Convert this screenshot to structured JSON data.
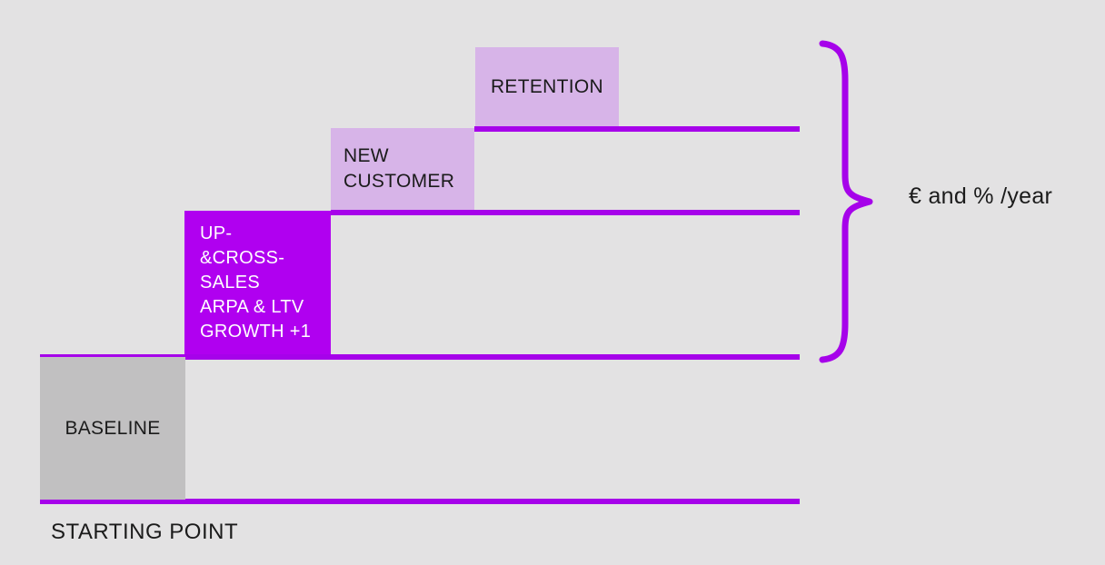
{
  "diagram": {
    "title_hint": "growth staircase diagram",
    "colors": {
      "background": "#e3e2e3",
      "accent_line": "#a602ea",
      "upsell_box": "#b000f0",
      "lavender_box": "#d7b4e8",
      "baseline_box": "#c1c0c1",
      "text_dark": "#1b1b1b",
      "text_light": "#ffffff"
    },
    "baseline": {
      "label": "BASELINE"
    },
    "starting_point": {
      "label": "STARTING POINT"
    },
    "upsell": {
      "lines": [
        "UP-",
        "&CROSS-",
        "SALES",
        "ARPA & LTV",
        "GROWTH +1"
      ]
    },
    "new_customer": {
      "lines": [
        "NEW",
        "CUSTOMER"
      ]
    },
    "retention": {
      "label": "RETENTION"
    },
    "axis": {
      "label": "€ and % /year"
    }
  }
}
